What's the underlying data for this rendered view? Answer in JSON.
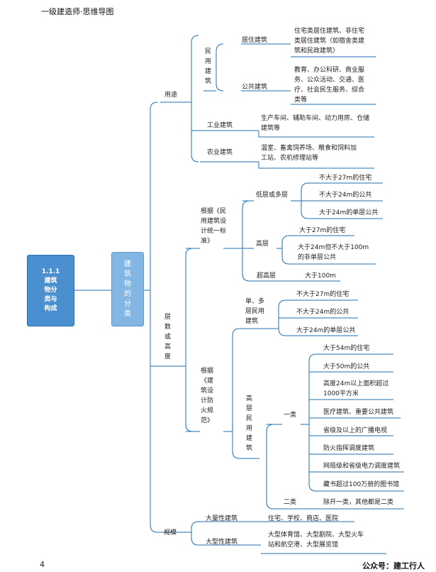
{
  "header": {
    "title": "一级建造师",
    "sep": "·",
    "subtitle": "思维导图"
  },
  "root": {
    "label": "1.1.1\n建筑\n物分\n类与\n构成"
  },
  "section": {
    "label": "建\n筑\n物\n的\n分\n类"
  },
  "usage": {
    "label": "用途",
    "civil": {
      "label": "民\n用\n建\n筑",
      "residential": {
        "label": "居住建筑",
        "desc": "住宅类居住建筑、非住宅\n类居住建筑（如宿舍类建\n筑和民政建筑）"
      },
      "public": {
        "label": "公共建筑",
        "desc": "教育、办公科研、商业服\n务、公众活动、交通、医\n疗、社会民生服务、综合\n类等"
      }
    },
    "industrial": {
      "label": "工业建筑",
      "desc": "生产车间、辅助车间、动力用房、仓储\n建筑等"
    },
    "agricultural": {
      "label": "农业建筑",
      "desc": "温室、畜禽饲养场、粮食和饲料加\n工站、农机修理站等"
    }
  },
  "height": {
    "label": "层\n数\n或\n高\n度",
    "unified": {
      "label": "根据《民\n用建筑设\n计统一标\n准》",
      "low": {
        "label": "低层或多层",
        "items": [
          "不大于27m的住宅",
          "不大于24m的公共",
          "大于24m的单层公共"
        ]
      },
      "high": {
        "label": "高层",
        "items": [
          "大于27m的住宅",
          "大于24m但不大于100m\n的非单层公共"
        ]
      },
      "super": {
        "label": "超高层",
        "item": "大于100m"
      }
    },
    "fire": {
      "label": "根据\n《建\n筑设\n计防\n火规\n范》",
      "multi": {
        "label": "单、多\n层民用\n建筑",
        "items": [
          "不大于27m的住宅",
          "不大于24m的公共",
          "大于24m的单层公共"
        ]
      },
      "highrise": {
        "label": "高\n层\n民\n用\n建\n筑",
        "class1": {
          "label": "一类",
          "items": [
            "大于54m的住宅",
            "大于50m的公共",
            "高度24m以上面积超过\n1000平方米",
            "医疗建筑、重要公共建筑",
            "省级及以上的广播电视",
            "防火指挥调度建筑",
            "网局级和省级电力调度建筑",
            "藏书超过100万册的图书馆"
          ]
        },
        "class2": {
          "label": "二类",
          "item": "除开一类，其他都是二类"
        }
      }
    }
  },
  "scale": {
    "label": "规模",
    "large_qty": {
      "label": "大量性建筑",
      "desc": "住宅、学校、商店、医院"
    },
    "large_type": {
      "label": "大型性建筑",
      "desc": "大型体育馆、大型剧院、大型火车\n站和航空港、大型展览馆"
    }
  },
  "footer": {
    "page": "4",
    "brand": "公众号：建工行人"
  },
  "colors": {
    "line": "#1f6fb2",
    "root": "#4a8fd0",
    "section": "#84b6e3"
  }
}
